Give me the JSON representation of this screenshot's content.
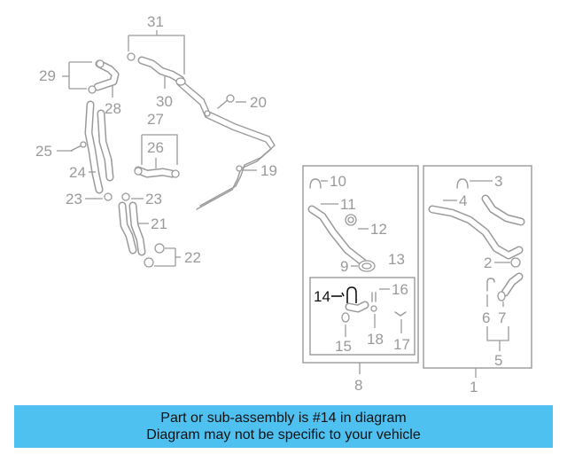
{
  "banner": {
    "line1": "Part or sub-assembly is #14 in diagram",
    "line2": "Diagram may not be specific to your vehicle"
  },
  "callouts": {
    "n1": "1",
    "n2": "2",
    "n3": "3",
    "n4": "4",
    "n5": "5",
    "n6": "6",
    "n7": "7",
    "n8": "8",
    "n9": "9",
    "n10": "10",
    "n11": "11",
    "n12": "12",
    "n13": "13",
    "n14": "14",
    "n15": "15",
    "n16": "16",
    "n17": "17",
    "n18": "18",
    "n19": "19",
    "n20": "20",
    "n21": "21",
    "n22": "22",
    "n23a": "23",
    "n23b": "23",
    "n24": "24",
    "n25": "25",
    "n26": "26",
    "n27": "27",
    "n28": "28",
    "n29": "29",
    "n30": "30",
    "n31": "31"
  },
  "colors": {
    "banner_bg": "#4fc1f0",
    "line_art": "#9a9a9a",
    "highlight": "#111111"
  }
}
